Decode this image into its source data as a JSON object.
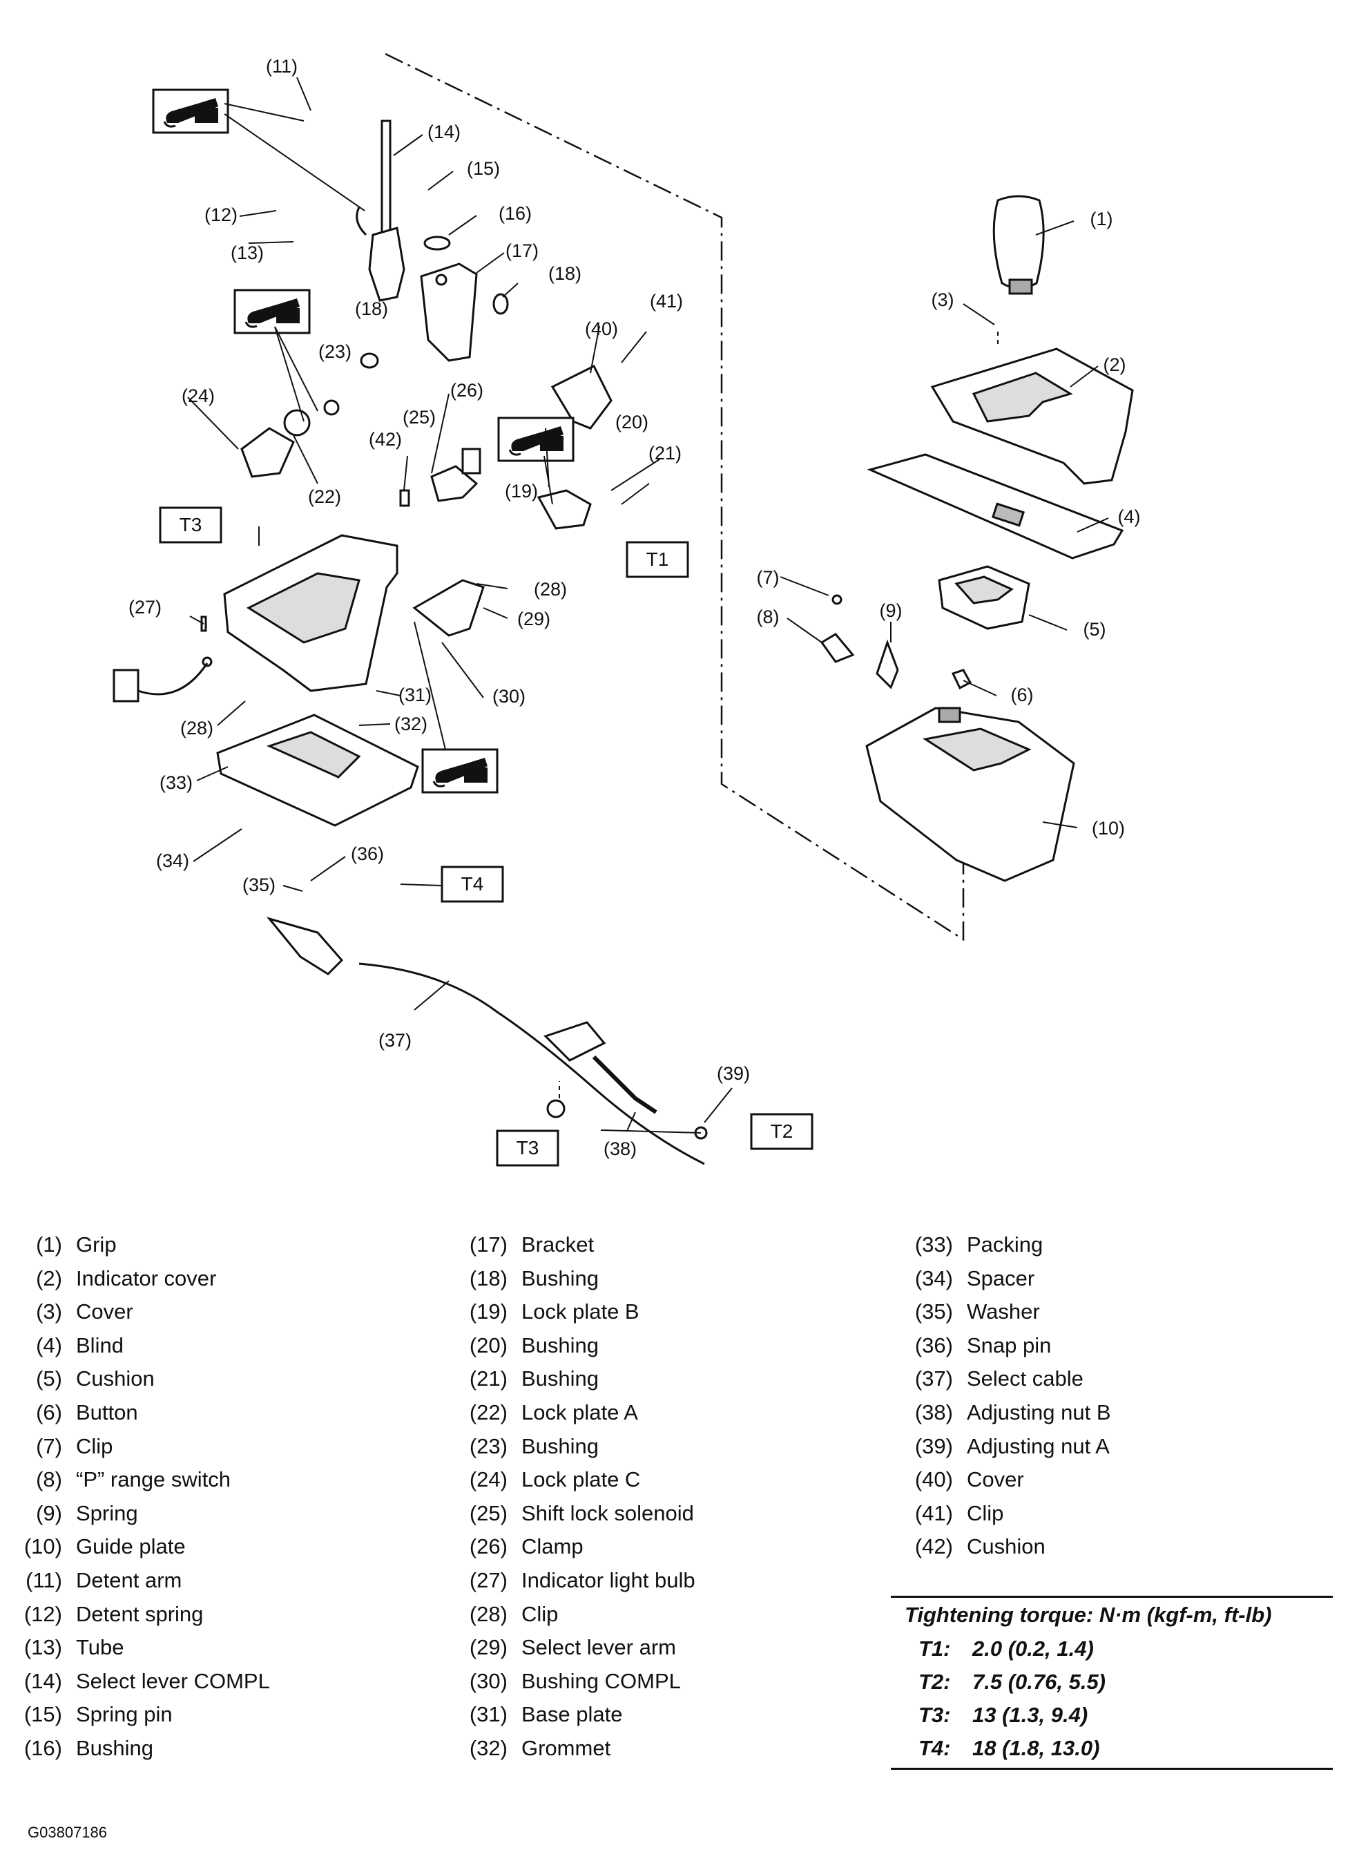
{
  "callouts": [
    {
      "id": "c1",
      "text": "(1)"
    },
    {
      "id": "c2",
      "text": "(2)"
    },
    {
      "id": "c3",
      "text": "(3)"
    },
    {
      "id": "c4",
      "text": "(4)"
    },
    {
      "id": "c5",
      "text": "(5)"
    },
    {
      "id": "c6",
      "text": "(6)"
    },
    {
      "id": "c7",
      "text": "(7)"
    },
    {
      "id": "c8",
      "text": "(8)"
    },
    {
      "id": "c9",
      "text": "(9)"
    },
    {
      "id": "c10",
      "text": "(10)"
    },
    {
      "id": "c11",
      "text": "(11)"
    },
    {
      "id": "c12",
      "text": "(12)"
    },
    {
      "id": "c13",
      "text": "(13)"
    },
    {
      "id": "c14",
      "text": "(14)"
    },
    {
      "id": "c15",
      "text": "(15)"
    },
    {
      "id": "c16",
      "text": "(16)"
    },
    {
      "id": "c17",
      "text": "(17)"
    },
    {
      "id": "c18a",
      "text": "(18)"
    },
    {
      "id": "c18b",
      "text": "(18)"
    },
    {
      "id": "c19",
      "text": "(19)"
    },
    {
      "id": "c20",
      "text": "(20)"
    },
    {
      "id": "c21",
      "text": "(21)"
    },
    {
      "id": "c22",
      "text": "(22)"
    },
    {
      "id": "c23",
      "text": "(23)"
    },
    {
      "id": "c24",
      "text": "(24)"
    },
    {
      "id": "c25",
      "text": "(25)"
    },
    {
      "id": "c26",
      "text": "(26)"
    },
    {
      "id": "c27",
      "text": "(27)"
    },
    {
      "id": "c28a",
      "text": "(28)"
    },
    {
      "id": "c28b",
      "text": "(28)"
    },
    {
      "id": "c29",
      "text": "(29)"
    },
    {
      "id": "c30",
      "text": "(30)"
    },
    {
      "id": "c31",
      "text": "(31)"
    },
    {
      "id": "c32",
      "text": "(32)"
    },
    {
      "id": "c33",
      "text": "(33)"
    },
    {
      "id": "c34",
      "text": "(34)"
    },
    {
      "id": "c35",
      "text": "(35)"
    },
    {
      "id": "c36",
      "text": "(36)"
    },
    {
      "id": "c37",
      "text": "(37)"
    },
    {
      "id": "c38",
      "text": "(38)"
    },
    {
      "id": "c39",
      "text": "(39)"
    },
    {
      "id": "c40",
      "text": "(40)"
    },
    {
      "id": "c41",
      "text": "(41)"
    },
    {
      "id": "c42",
      "text": "(42)"
    }
  ],
  "torque_tags": [
    {
      "id": "t3a",
      "text": "T3"
    },
    {
      "id": "t1",
      "text": "T1"
    },
    {
      "id": "t4",
      "text": "T4"
    },
    {
      "id": "t3b",
      "text": "T3"
    },
    {
      "id": "t2",
      "text": "T2"
    }
  ],
  "legend": {
    "col1": [
      {
        "num": "(1)",
        "name": "Grip"
      },
      {
        "num": "(2)",
        "name": "Indicator cover"
      },
      {
        "num": "(3)",
        "name": "Cover"
      },
      {
        "num": "(4)",
        "name": "Blind"
      },
      {
        "num": "(5)",
        "name": "Cushion"
      },
      {
        "num": "(6)",
        "name": "Button"
      },
      {
        "num": "(7)",
        "name": "Clip"
      },
      {
        "num": "(8)",
        "name": "“P” range switch"
      },
      {
        "num": "(9)",
        "name": "Spring"
      },
      {
        "num": "(10)",
        "name": "Guide plate"
      },
      {
        "num": "(11)",
        "name": "Detent arm"
      },
      {
        "num": "(12)",
        "name": "Detent spring"
      },
      {
        "num": "(13)",
        "name": "Tube"
      },
      {
        "num": "(14)",
        "name": "Select lever COMPL"
      },
      {
        "num": "(15)",
        "name": "Spring pin"
      },
      {
        "num": "(16)",
        "name": "Bushing"
      }
    ],
    "col2": [
      {
        "num": "(17)",
        "name": "Bracket"
      },
      {
        "num": "(18)",
        "name": "Bushing"
      },
      {
        "num": "(19)",
        "name": "Lock plate B"
      },
      {
        "num": "(20)",
        "name": "Bushing"
      },
      {
        "num": "(21)",
        "name": "Bushing"
      },
      {
        "num": "(22)",
        "name": "Lock plate A"
      },
      {
        "num": "(23)",
        "name": "Bushing"
      },
      {
        "num": "(24)",
        "name": "Lock plate C"
      },
      {
        "num": "(25)",
        "name": "Shift lock solenoid"
      },
      {
        "num": "(26)",
        "name": "Clamp"
      },
      {
        "num": "(27)",
        "name": "Indicator light bulb"
      },
      {
        "num": "(28)",
        "name": "Clip"
      },
      {
        "num": "(29)",
        "name": "Select lever arm"
      },
      {
        "num": "(30)",
        "name": "Bushing COMPL"
      },
      {
        "num": "(31)",
        "name": "Base plate"
      },
      {
        "num": "(32)",
        "name": "Grommet"
      }
    ],
    "col3": [
      {
        "num": "(33)",
        "name": "Packing"
      },
      {
        "num": "(34)",
        "name": "Spacer"
      },
      {
        "num": "(35)",
        "name": "Washer"
      },
      {
        "num": "(36)",
        "name": "Snap pin"
      },
      {
        "num": "(37)",
        "name": "Select cable"
      },
      {
        "num": "(38)",
        "name": "Adjusting nut B"
      },
      {
        "num": "(39)",
        "name": "Adjusting nut A"
      },
      {
        "num": "(40)",
        "name": "Cover"
      },
      {
        "num": "(41)",
        "name": "Clip"
      },
      {
        "num": "(42)",
        "name": "Cushion"
      }
    ]
  },
  "torque": {
    "title": "Tightening torque: N·m (kgf-m, ft-lb)",
    "rows": [
      {
        "key": "T1:",
        "value": "2.0 (0.2, 1.4)"
      },
      {
        "key": "T2:",
        "value": "7.5 (0.76, 5.5)"
      },
      {
        "key": "T3:",
        "value": "13 (1.3, 9.4)"
      },
      {
        "key": "T4:",
        "value": "18 (1.8, 13.0)"
      }
    ]
  },
  "figure_id": "G03807186"
}
